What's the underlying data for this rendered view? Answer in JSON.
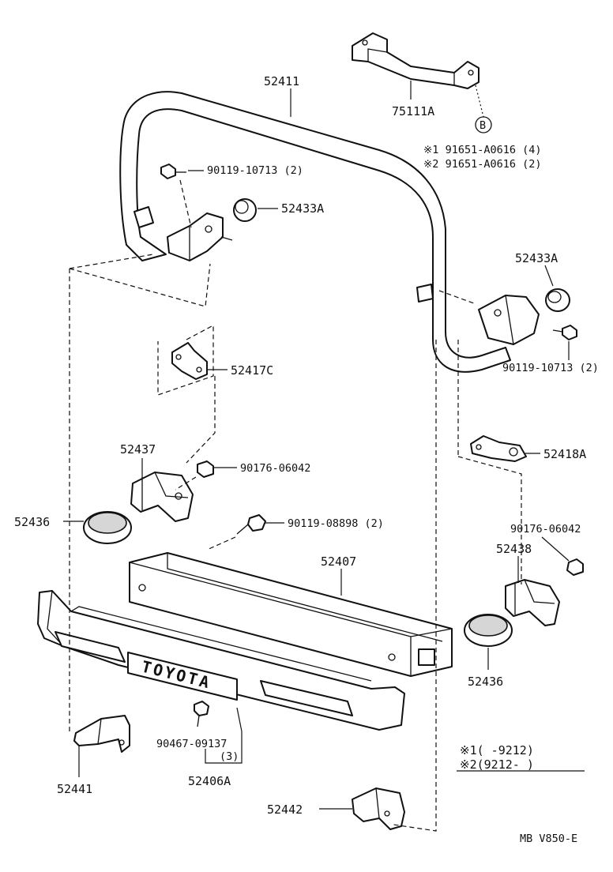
{
  "labels": {
    "p52411": "52411",
    "p75111A": "75111A",
    "refB": "B",
    "note1": "※1 91651-A0616 (4)",
    "note2": "※2 91651-A0616 (2)",
    "p90119_10713_top": "90119-10713 (2)",
    "p52433A_top": "52433A",
    "p52433A_right": "52433A",
    "p90119_10713_right": "90119-10713 (2)",
    "p52417C": "52417C",
    "p52418A": "52418A",
    "p52437": "52437",
    "p90176_06042_left": "90176-06042",
    "p52436_left": "52436",
    "p90119_08898": "90119-08898 (2)",
    "p90176_06042_right": "90176-06042",
    "p52438": "52438",
    "p52407": "52407",
    "p52436_right": "52436",
    "p90467_09137": "90467-09137",
    "p90467_qty": "(3)",
    "p52406A": "52406A",
    "p52441": "52441",
    "p52442": "52442",
    "emblem": "TOYOTA",
    "legend1": "※1(      -9212)",
    "legend2": "※2(9212-      )",
    "footer": "MB V850-E"
  }
}
